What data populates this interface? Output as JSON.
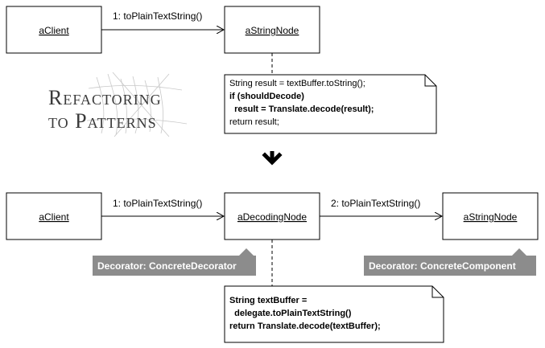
{
  "before": {
    "client": "aClient",
    "message1": "1: toPlainTextString()",
    "target": "aStringNode",
    "note_lines": [
      "String result = textBuffer.toString();",
      "if (shouldDecode)",
      "  result = Translate.decode(result);",
      "return result;"
    ]
  },
  "logo": {
    "line1": "Refactoring",
    "line2": "to Patterns"
  },
  "after": {
    "client": "aClient",
    "message1": "1: toPlainTextString()",
    "decorator": "aDecodingNode",
    "message2": "2: toPlainTextString()",
    "target": "aStringNode",
    "decorator_tag": "Decorator: ConcreteDecorator",
    "component_tag": "Decorator: ConcreteComponent",
    "note_lines": [
      "String textBuffer =",
      "  delegate.toPlainTextString()",
      "return Translate.decode(textBuffer);"
    ]
  },
  "colors": {
    "line": "#000000",
    "tag_fill": "#8c8c8c",
    "tag_text": "#ffffff"
  }
}
